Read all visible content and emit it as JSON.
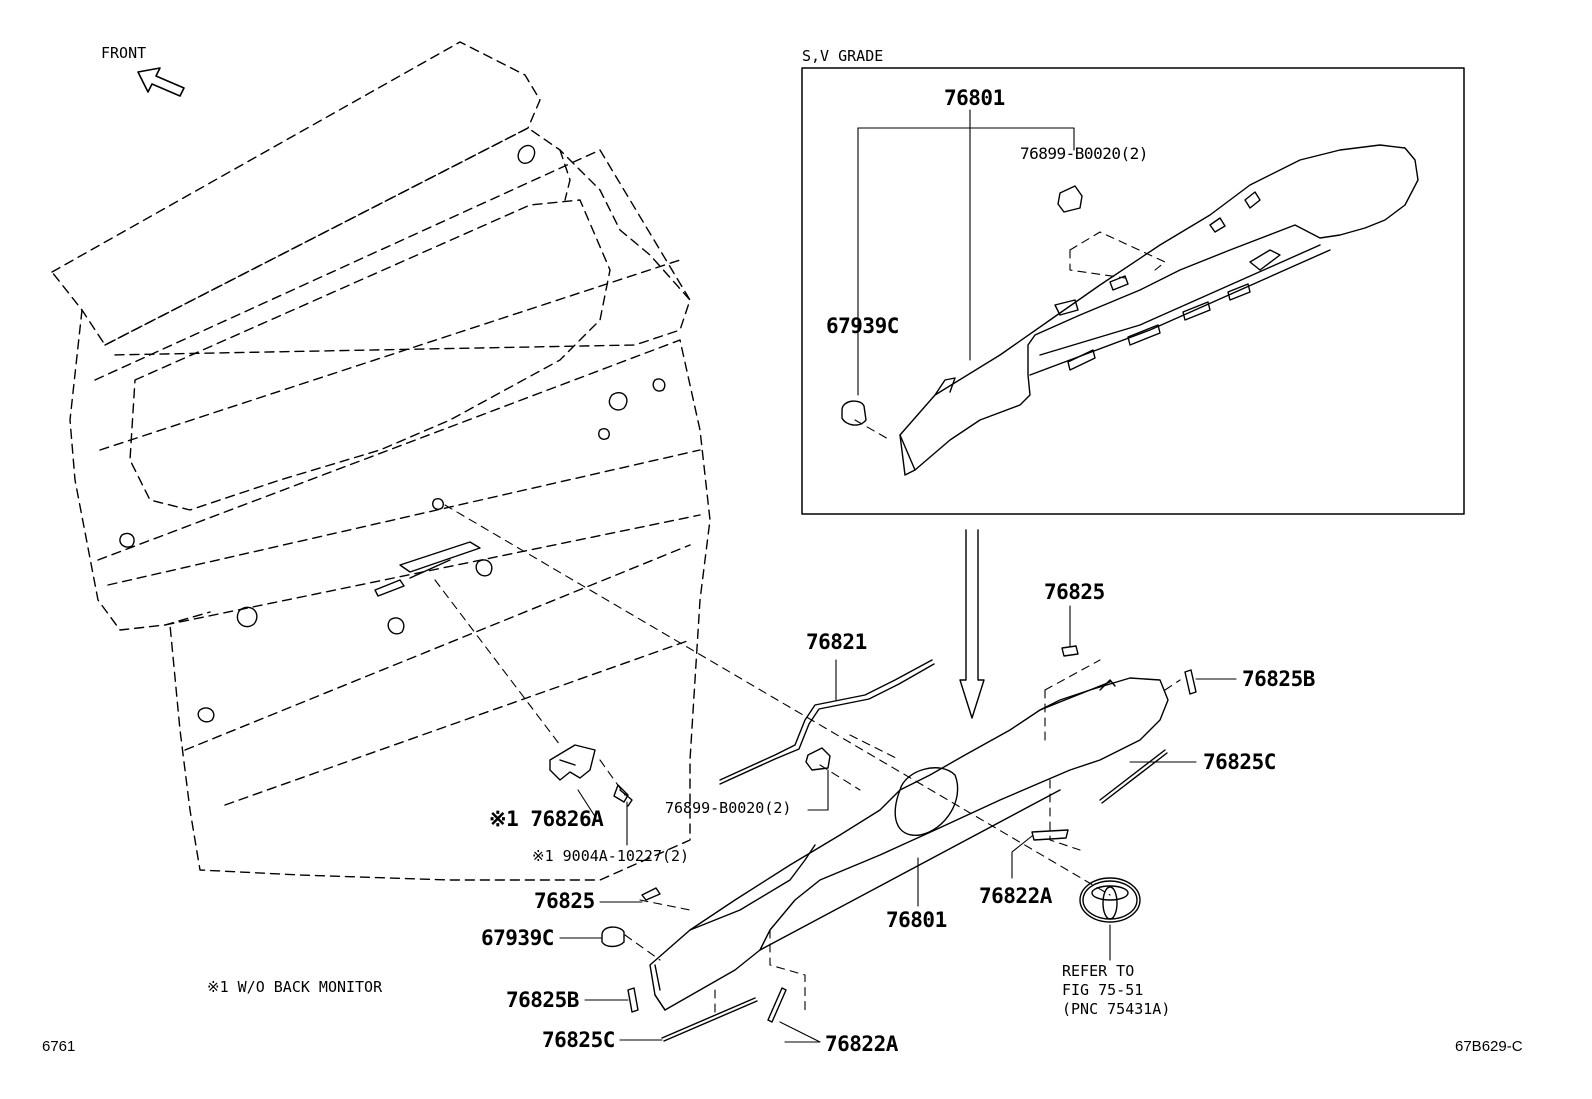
{
  "labels": {
    "front": "FRONT",
    "inset_title": "S,V GRADE",
    "inset_76801": "76801",
    "inset_76899": "76899-B0020(2)",
    "inset_67939c": "67939C",
    "p76825_top": "76825",
    "p76821": "76821",
    "p76825b_right": "76825B",
    "p76825c_right": "76825C",
    "p76899": "76899-B0020(2)",
    "p76826a": "※1 76826A",
    "p9004a": "※1 9004A-10227(2)",
    "p76825_left": "76825",
    "p67939c": "67939C",
    "p76801": "76801",
    "p76822a_mid": "76822A",
    "p76825b_left": "76825B",
    "p76825c_left": "76825C",
    "p76822a_bottom": "76822A",
    "refer": "REFER TO\nFIG 75-51\n(PNC 75431A)",
    "note": "※1 W/O BACK MONITOR",
    "page_code": "6761",
    "figure_code": "67B629-C"
  }
}
